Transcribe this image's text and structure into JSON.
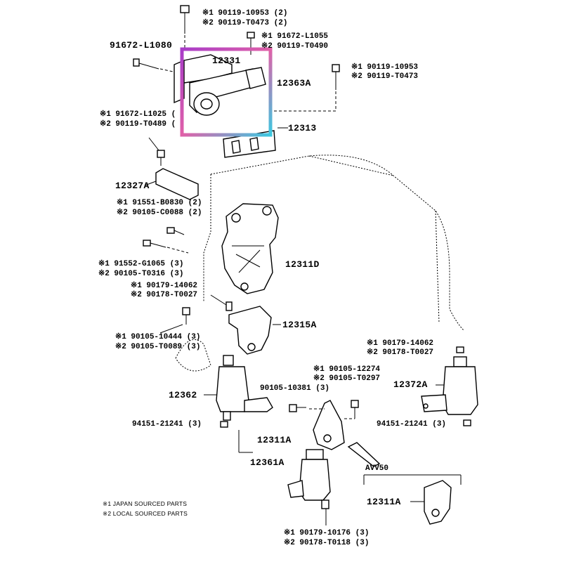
{
  "colors": {
    "highlight_gradient": [
      "#a83cc8",
      "#e060a8",
      "#3cc8e0"
    ],
    "ink": "#000000",
    "background": "#ffffff"
  },
  "labels": {
    "p12331": "12331",
    "p12363a": "12363A",
    "p12313": "12313",
    "p12327a": "12327A",
    "p12311d": "12311D",
    "p12315a": "12315A",
    "p12362": "12362",
    "p12372a": "12372A",
    "p12311a_mid": "12311A",
    "p12361a": "12361A",
    "p12311a_bottom": "12311A",
    "avv50": "AVV50",
    "p91672_l1080": "91672-L1080",
    "bolt_top_1": "※1 90119-10953 (2)",
    "bolt_top_2": "※2 90119-T0473 (2)",
    "bolt_top_right_1": "※1 91672-L1055",
    "bolt_top_right_2": "※2 90119-T0490",
    "bolt_right_1": "※1 90119-10953",
    "bolt_right_2": "※2 90119-T0473",
    "bolt_left_1": "※1 91672-L1025 (",
    "bolt_left_2": "※2 90119-T0489 (",
    "bolt_91551_1": "※1 91551-B0830 (2)",
    "bolt_91551_2": "※2 90105-C0088 (2)",
    "bolt_91552_1": "※1 91552-G1065 (3)",
    "bolt_91552_2": "※2 90105-T0316 (3)",
    "nut_90179_1": "※1 90179-14062",
    "nut_90179_2": "※2 90178-T0027",
    "bolt_90105_1": "※1 90105-10444 (3)",
    "bolt_90105_2": "※2 90105-T0089 (3)",
    "nut_right_1": "※1 90179-14062",
    "nut_right_2": "※2 90178-T0027",
    "bolt_12274_1": "※1 90105-12274",
    "bolt_12274_2": "※2 90105-T0297",
    "bolt_10381": "90105-10381 (3)",
    "washer_left": "94151-21241 (3)",
    "washer_right": "94151-21241 (3)",
    "nut_bottom_1": "※1 90179-10176 (3)",
    "nut_bottom_2": "※2 90178-T0118 (3)",
    "note_1": "※1 JAPAN SOURCED PARTS",
    "note_2": "※2 LOCAL SOURCED PARTS"
  }
}
